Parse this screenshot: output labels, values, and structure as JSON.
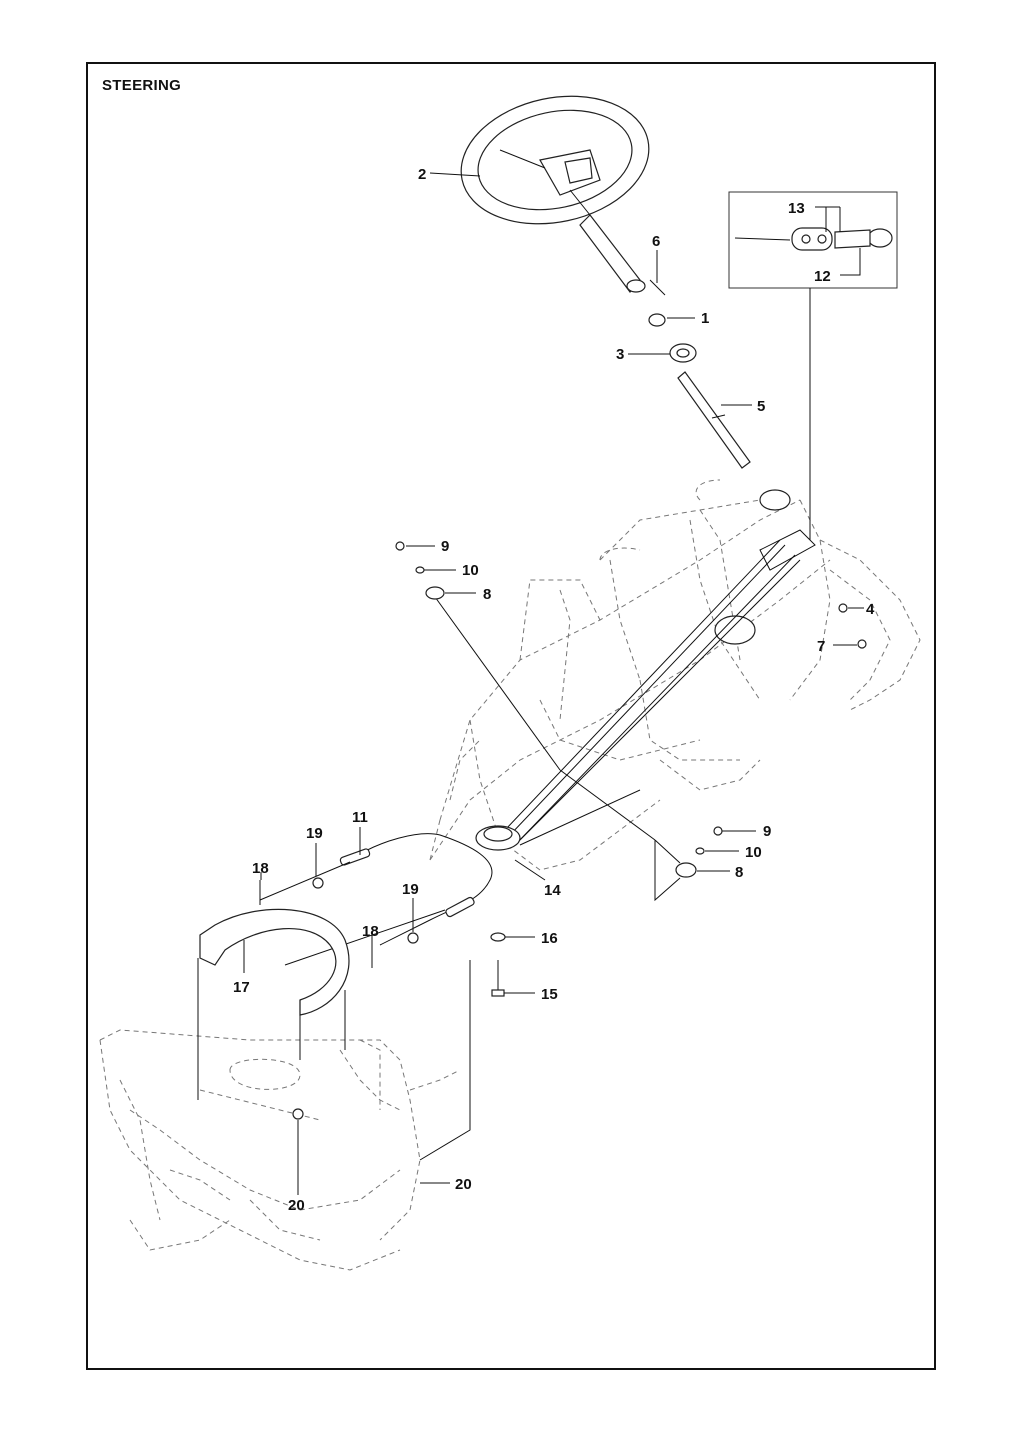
{
  "title": "STEERING",
  "callouts": [
    {
      "id": "c2",
      "label": "2"
    },
    {
      "id": "c6",
      "label": "6"
    },
    {
      "id": "c1",
      "label": "1"
    },
    {
      "id": "c3",
      "label": "3"
    },
    {
      "id": "c5",
      "label": "5"
    },
    {
      "id": "c13",
      "label": "13"
    },
    {
      "id": "c12",
      "label": "12"
    },
    {
      "id": "c9a",
      "label": "9"
    },
    {
      "id": "c10a",
      "label": "10"
    },
    {
      "id": "c8a",
      "label": "8"
    },
    {
      "id": "c4",
      "label": "4"
    },
    {
      "id": "c7",
      "label": "7"
    },
    {
      "id": "c11",
      "label": "11"
    },
    {
      "id": "c19a",
      "label": "19"
    },
    {
      "id": "c18a",
      "label": "18"
    },
    {
      "id": "c19b",
      "label": "19"
    },
    {
      "id": "c18b",
      "label": "18"
    },
    {
      "id": "c17",
      "label": "17"
    },
    {
      "id": "c14",
      "label": "14"
    },
    {
      "id": "c9b",
      "label": "9"
    },
    {
      "id": "c10b",
      "label": "10"
    },
    {
      "id": "c8b",
      "label": "8"
    },
    {
      "id": "c16",
      "label": "16"
    },
    {
      "id": "c15",
      "label": "15"
    },
    {
      "id": "c20a",
      "label": "20"
    },
    {
      "id": "c20b",
      "label": "20"
    }
  ]
}
